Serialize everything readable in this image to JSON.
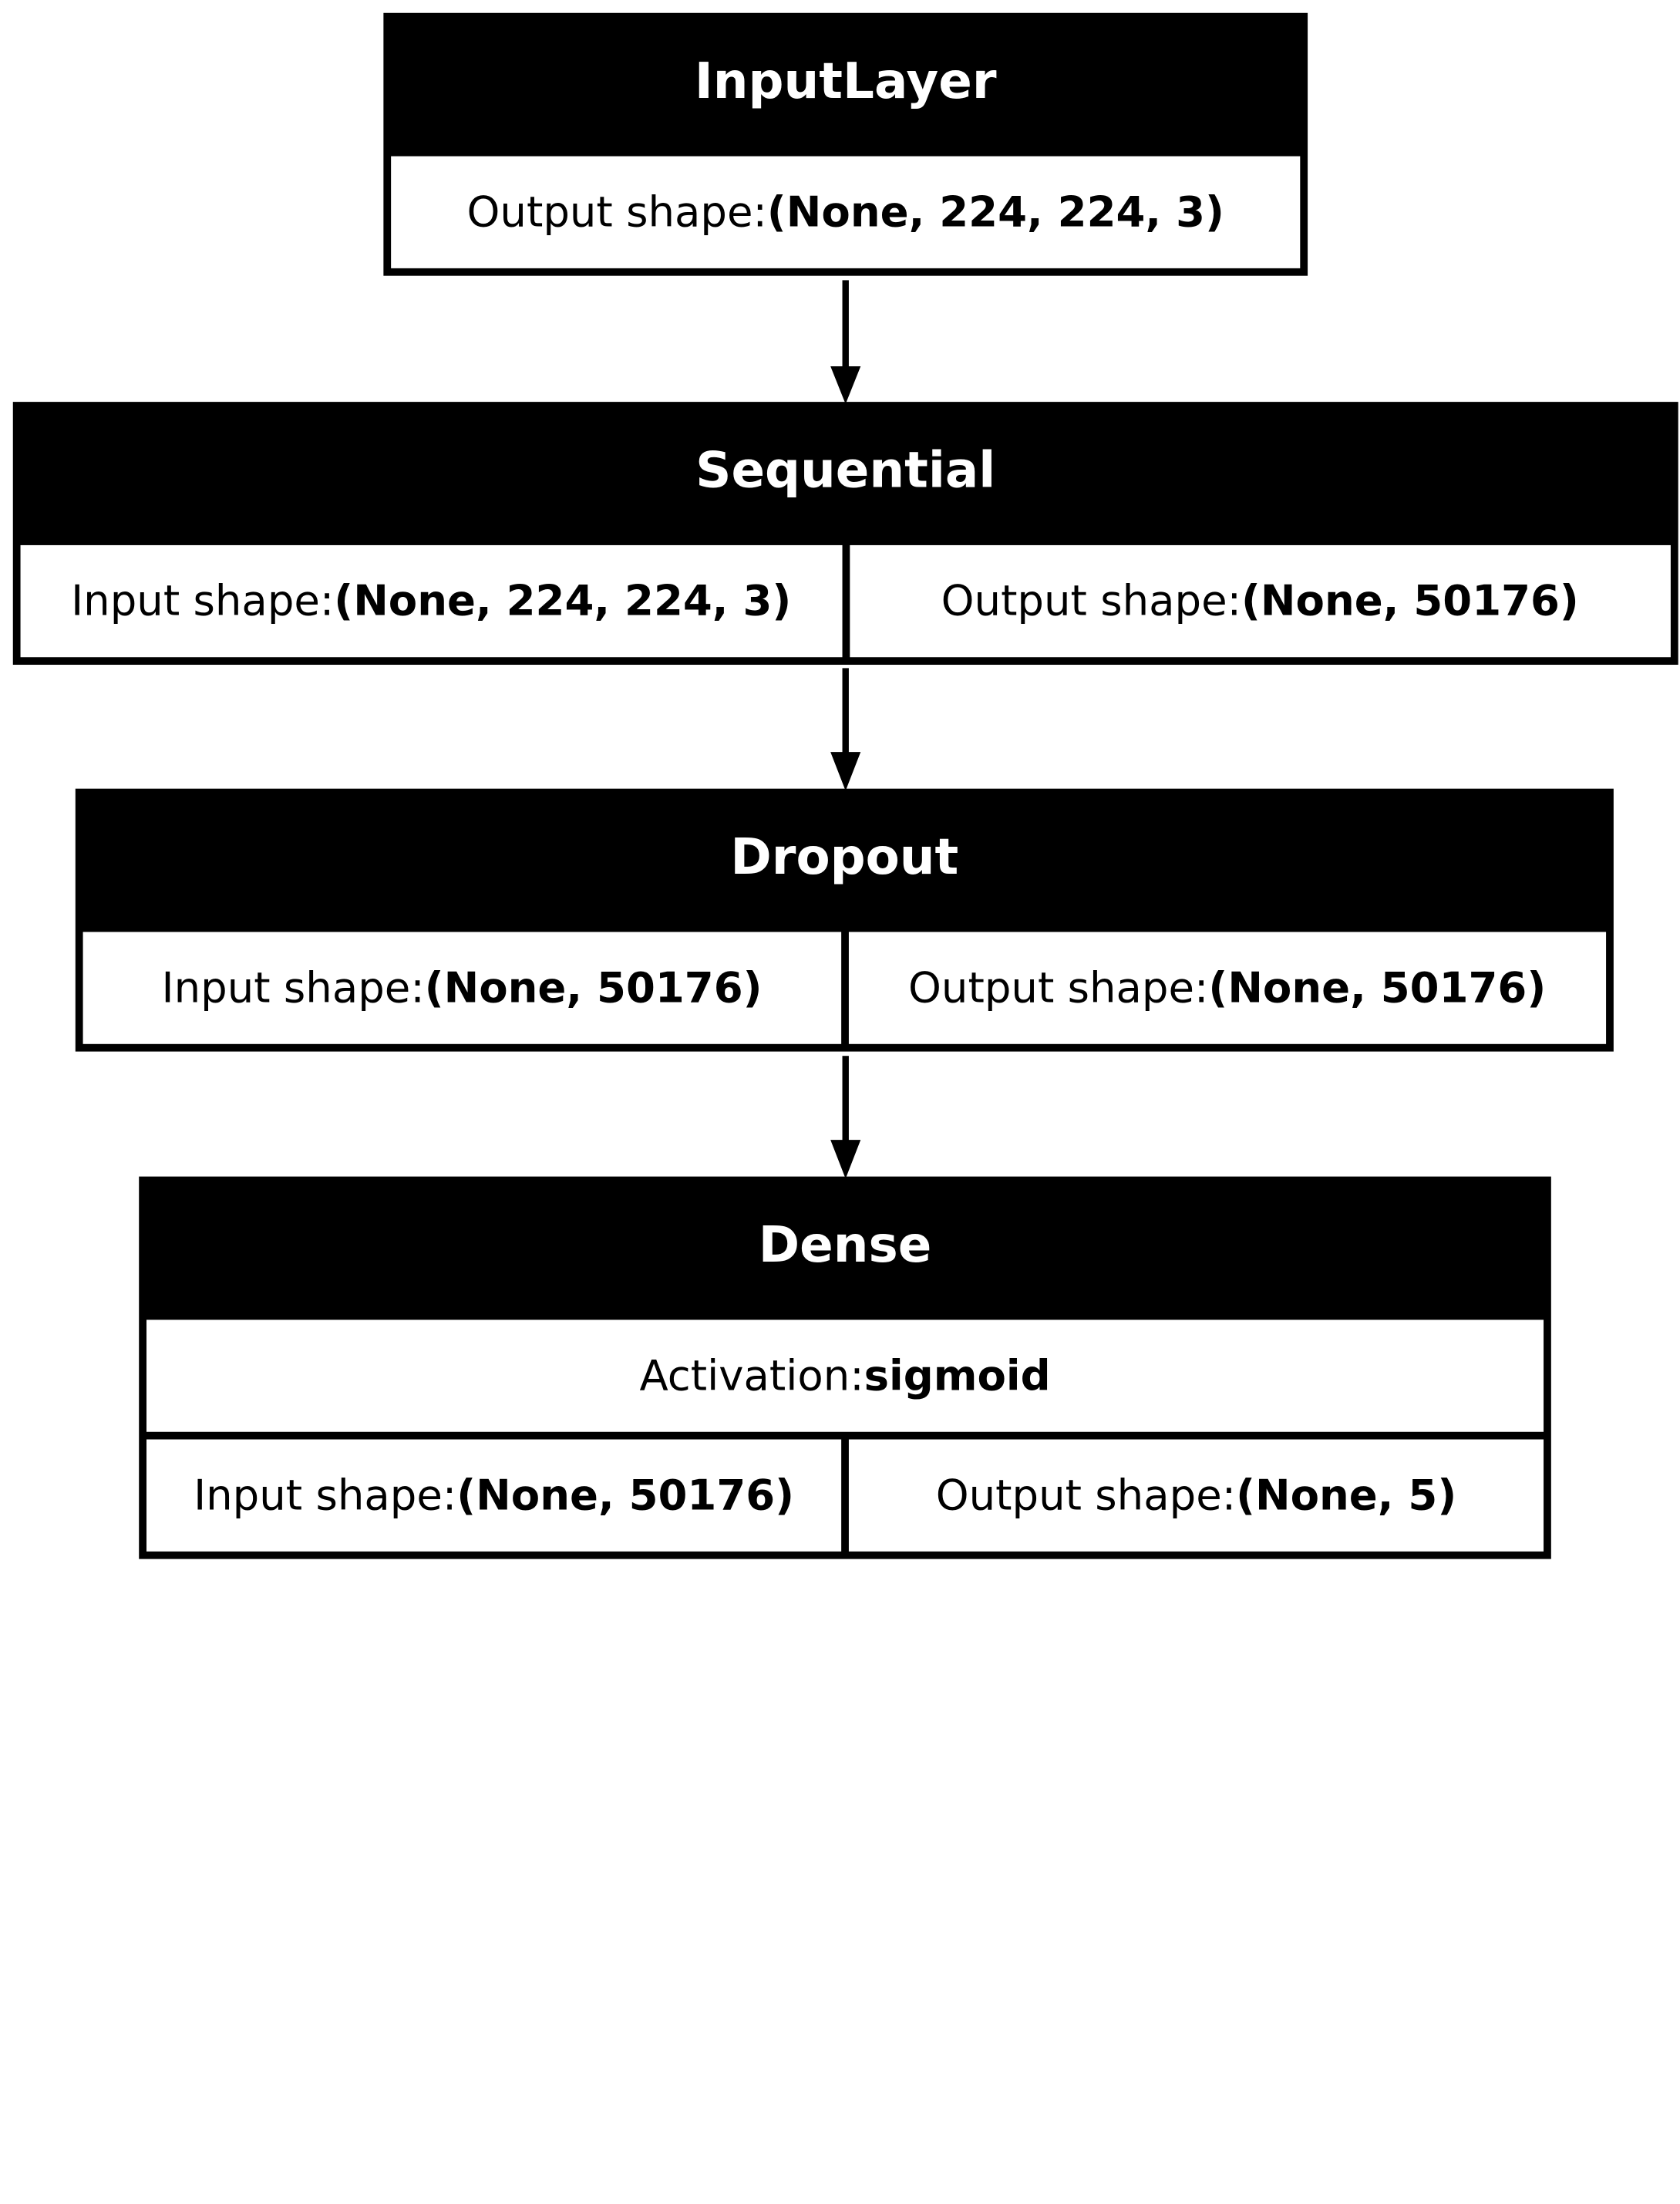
{
  "nodes": [
    {
      "title": "InputLayer",
      "rows": [
        [
          {
            "label": "Output shape: ",
            "value": "(None, 224, 224, 3)"
          }
        ]
      ]
    },
    {
      "title": "Sequential",
      "rows": [
        [
          {
            "label": "Input shape: ",
            "value": "(None, 224, 224, 3)"
          },
          {
            "label": "Output shape: ",
            "value": "(None, 50176)"
          }
        ]
      ]
    },
    {
      "title": "Dropout",
      "rows": [
        [
          {
            "label": "Input shape: ",
            "value": "(None, 50176)"
          },
          {
            "label": "Output shape: ",
            "value": "(None, 50176)"
          }
        ]
      ]
    },
    {
      "title": "Dense",
      "rows": [
        [
          {
            "label": "Activation: ",
            "value": "sigmoid"
          }
        ],
        [
          {
            "label": "Input shape: ",
            "value": "(None, 50176)"
          },
          {
            "label": "Output shape: ",
            "value": "(None, 5)"
          }
        ]
      ]
    }
  ]
}
